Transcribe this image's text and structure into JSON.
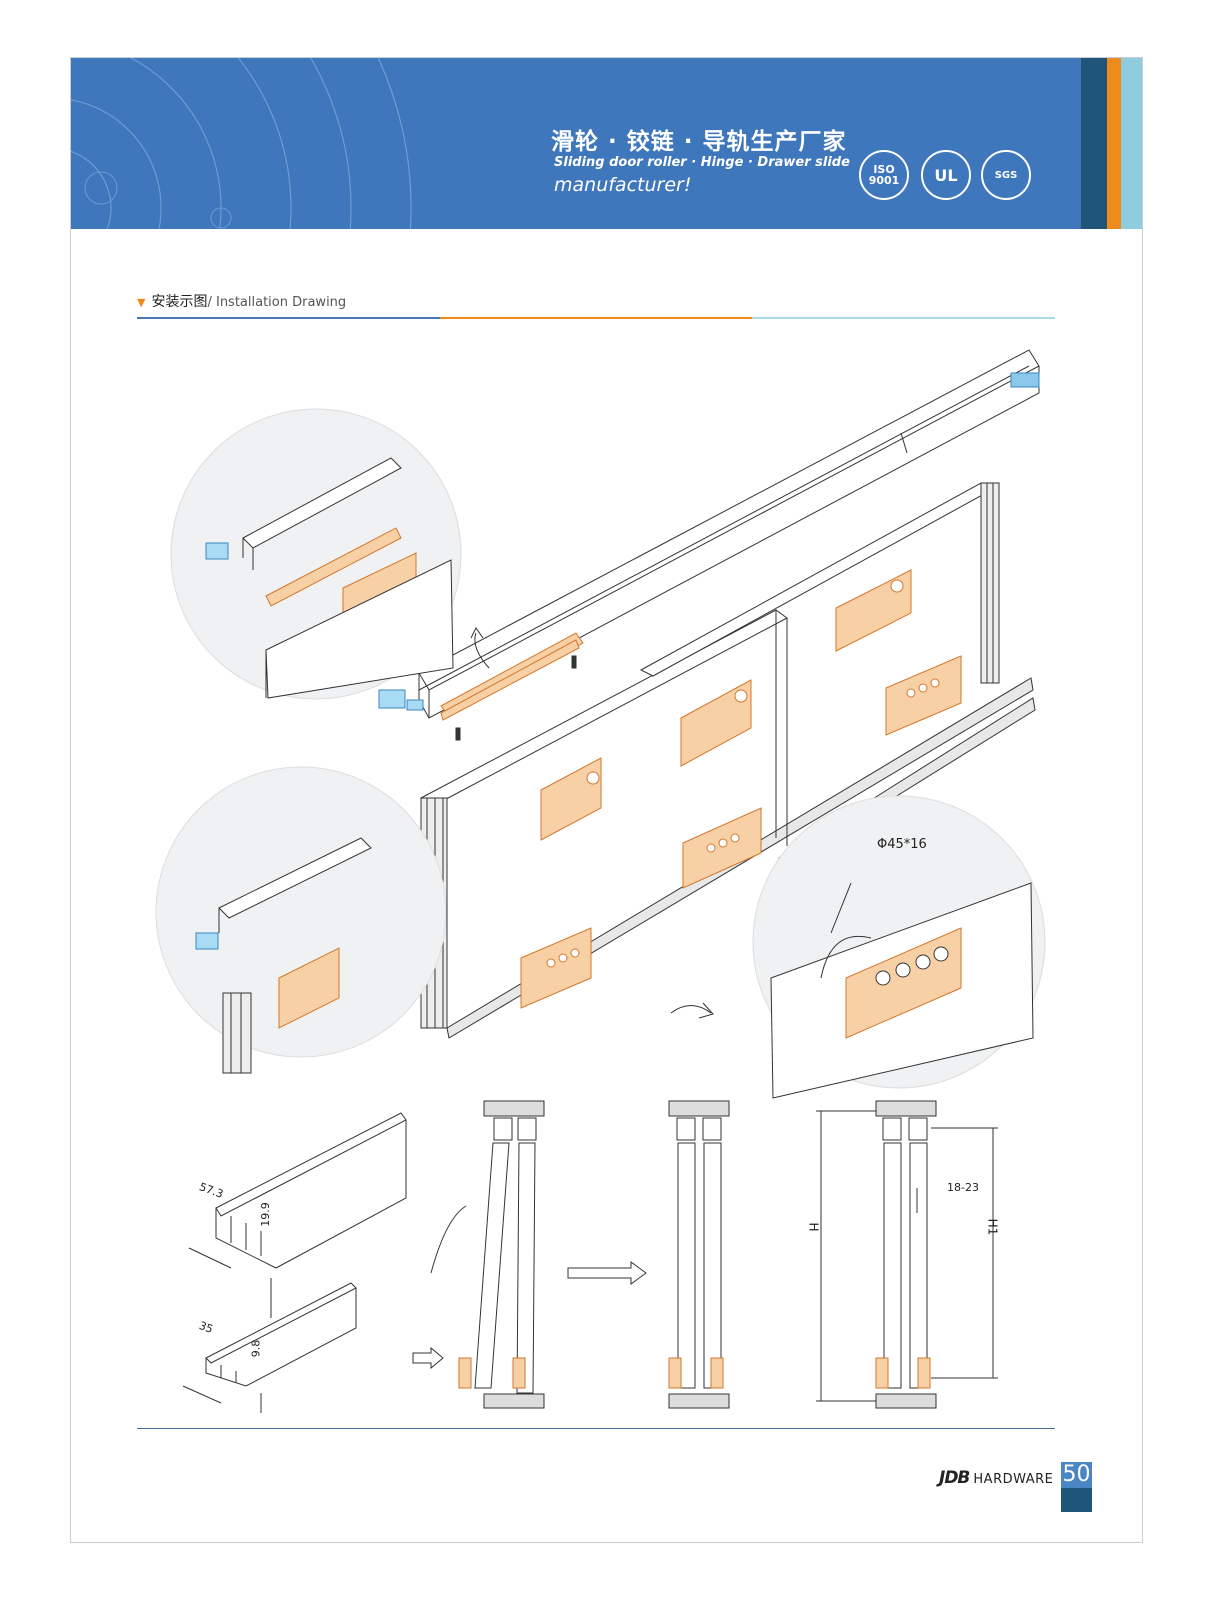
{
  "header": {
    "title_cn": "滑轮 · 铰链 · 导轨生产厂家",
    "title_en_line1": "Sliding door roller · Hinge · Drawer slide",
    "title_en_line2": "manufacturer!",
    "certifications": [
      {
        "icon": "iso9001-seal-icon",
        "text": "ISO 9001"
      },
      {
        "icon": "ul-mark-icon",
        "text": "UL"
      },
      {
        "icon": "sgs-seal-icon",
        "text": "SGS"
      }
    ],
    "colors": {
      "banner": "#3f77bc",
      "stripe_dark": "#1f5578",
      "stripe_orange": "#ef8a1d",
      "stripe_light": "#8fcdde"
    }
  },
  "section": {
    "title_cn": "安装示图",
    "title_en": "/ Installation Drawing"
  },
  "drawing": {
    "labels": {
      "hole_size": "Φ45*16",
      "gap": "18-23",
      "height": "H",
      "height_1": "H1",
      "top_track_width": "57.3",
      "top_track_height": "19.9",
      "bottom_track_width": "35",
      "bottom_track_height": "9.8"
    },
    "part_colors": {
      "fitting": "#f4a95a",
      "clip": "#5fb6e6",
      "line": "#333333"
    }
  },
  "footer": {
    "brand_logo": "JDB",
    "brand_name": "HARDWARE",
    "page_number": "50"
  }
}
